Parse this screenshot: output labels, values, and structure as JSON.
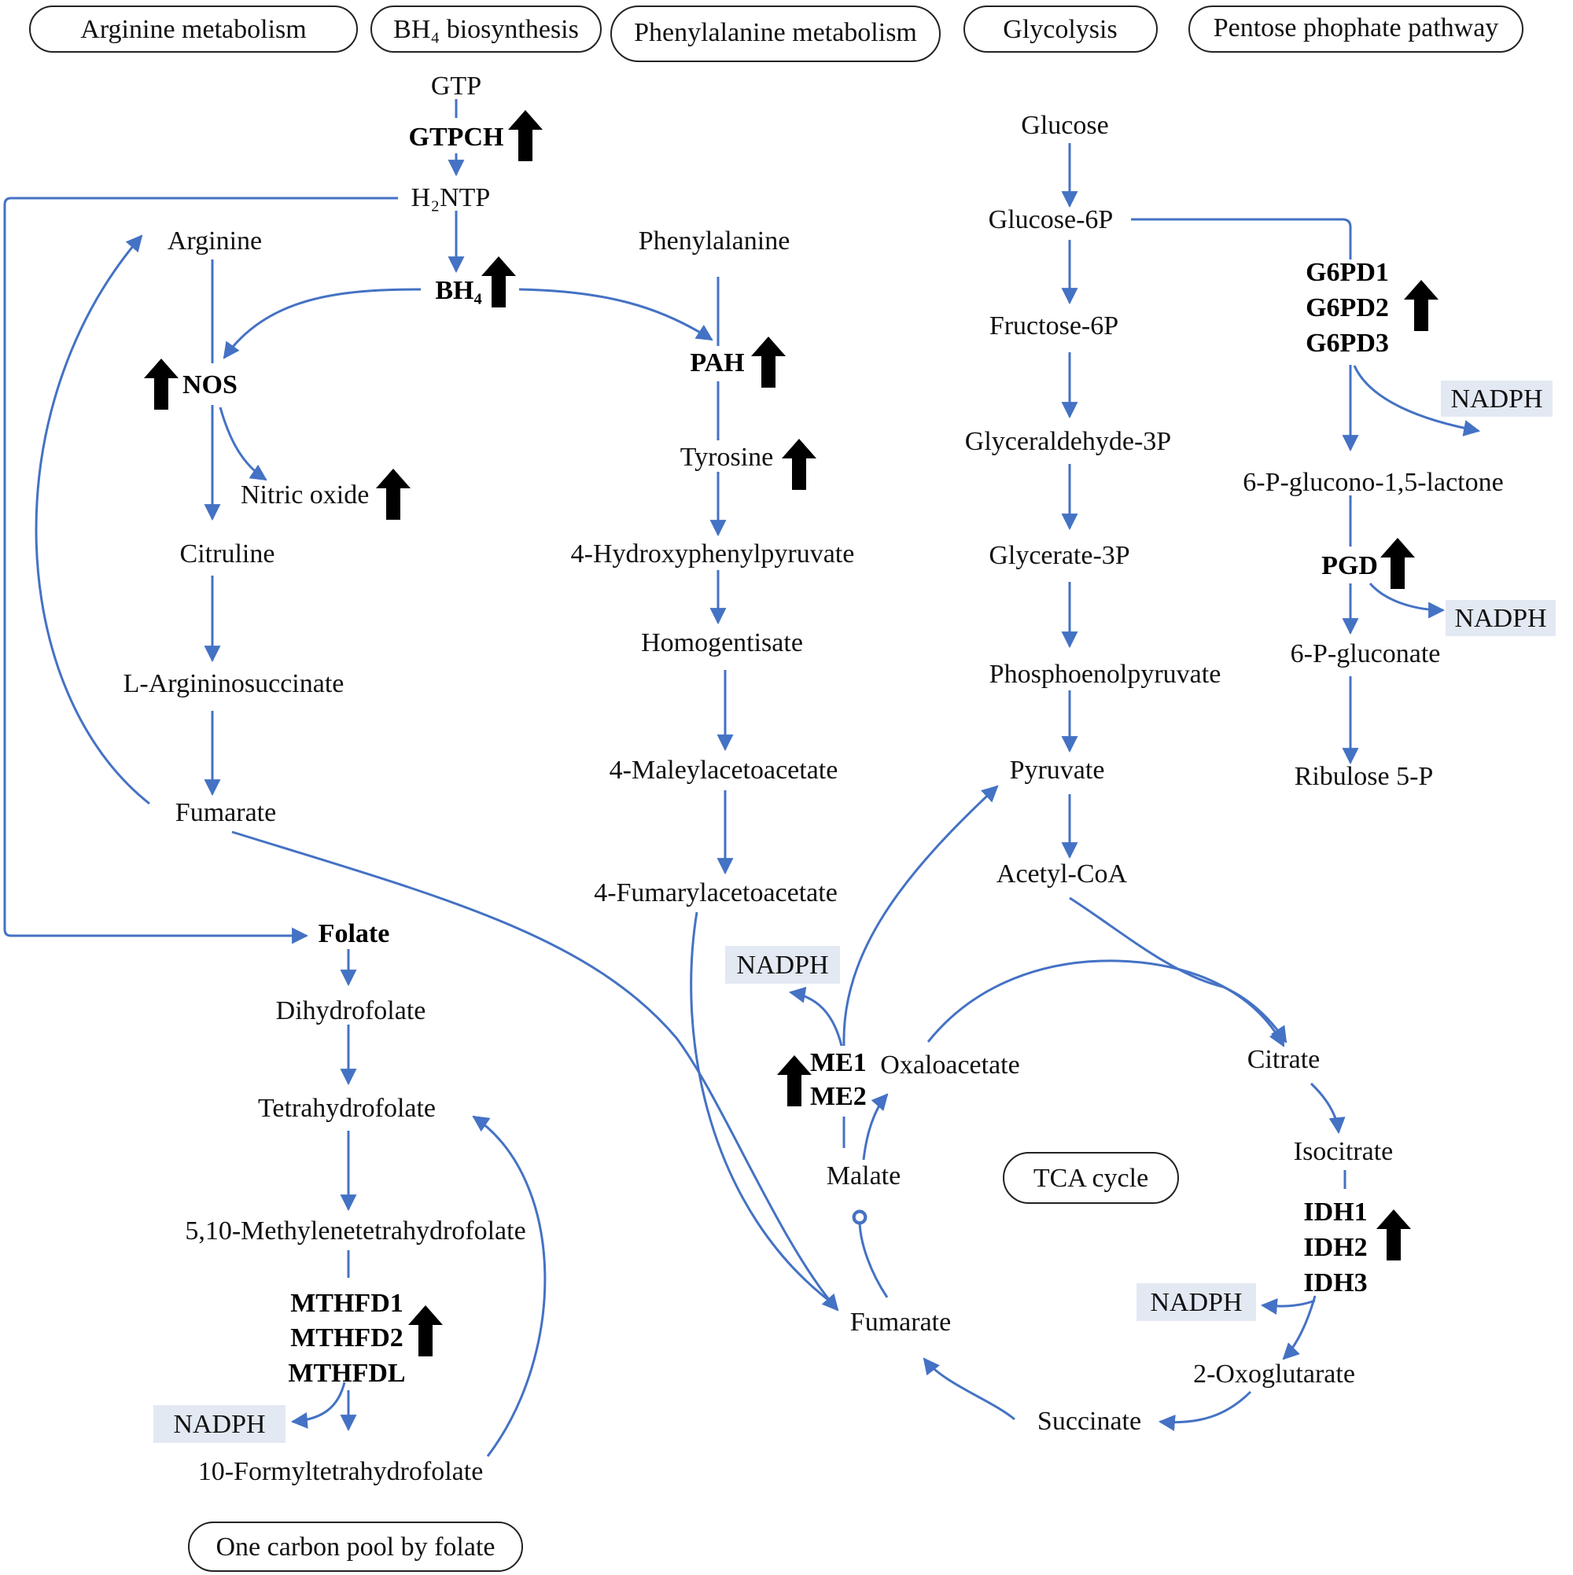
{
  "colors": {
    "edge": "#4472c4",
    "nadph_bg": "#e3e9f3",
    "arrow": "#000000"
  },
  "legend": [
    "Arginine metabolism",
    "BH₄ biosynthesis",
    "Phenylalanine metabolism",
    "Glycolysis",
    "Pentose phophate pathway",
    "TCA cycle",
    "One carbon pool by folate"
  ],
  "bh4": {
    "gtp": "GTP",
    "gtpch": "GTPCH",
    "h2ntp": "H₂NTP",
    "bh4": "BH₄"
  },
  "arginine": {
    "arginine": "Arginine",
    "nos": "NOS",
    "nitric_oxide": "Nitric oxide",
    "citruline": "Citruline",
    "argininosuccinate": "L-Argininosuccinate",
    "fumarate": "Fumarate"
  },
  "phenylalanine": {
    "phenylalanine": "Phenylalanine",
    "pah": "PAH",
    "tyrosine": "Tyrosine",
    "hpp": "4-Hydroxyphenylpyruvate",
    "homogentisate": "Homogentisate",
    "maleylacetoacetate": "4-Maleylacetoacetate",
    "fumarylacetoacetate": "4-Fumarylacetoacetate"
  },
  "glycolysis": {
    "glucose": "Glucose",
    "glucose6p": "Glucose-6P",
    "fructose6p": "Fructose-6P",
    "gap": "Glyceraldehyde-3P",
    "glycerate3p": "Glycerate-3P",
    "pep": "Phosphoenolpyruvate",
    "pyruvate": "Pyruvate",
    "acetylcoa": "Acetyl-CoA"
  },
  "ppp": {
    "g6pd": [
      "G6PD1",
      "G6PD2",
      "G6PD3"
    ],
    "lactone": "6-P-glucono-1,5-lactone",
    "pgd": "PGD",
    "gluconate": "6-P-gluconate",
    "ribulose": "Ribulose 5-P"
  },
  "folate": {
    "folate": "Folate",
    "dihydrofolate": "Dihydrofolate",
    "thf": "Tetrahydrofolate",
    "methylene_thf": "5,10-Methylenetetrahydrofolate",
    "mthfd": [
      "MTHFD1",
      "MTHFD2",
      "MTHFDL"
    ],
    "formyl_thf": "10-Formyltetrahydrofolate"
  },
  "tca": {
    "me": [
      "ME1",
      "ME2"
    ],
    "oxaloacetate": "Oxaloacetate",
    "malate": "Malate",
    "fumarate": "Fumarate",
    "citrate": "Citrate",
    "isocitrate": "Isocitrate",
    "idh": [
      "IDH1",
      "IDH2",
      "IDH3"
    ],
    "oxoglutarate": "2-Oxoglutarate",
    "succinate": "Succinate"
  },
  "nadph": "NADPH"
}
